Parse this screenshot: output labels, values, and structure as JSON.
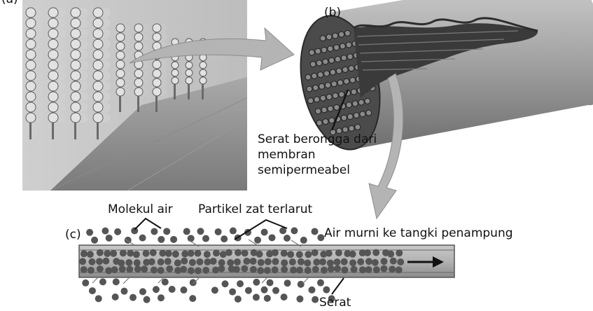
{
  "panels": {
    "a_label": "(a)",
    "b_label": "(b)",
    "c_label": "(c)"
  },
  "labels": {
    "hollow_fiber_line1": "Serat berongga dari",
    "hollow_fiber_line2": "membran",
    "hollow_fiber_line3": "semipermeabel",
    "water_molecule": "Molekul air",
    "solute_particle": "Partikel zat terlarut",
    "pure_water": "Air murni ke tangki penampung",
    "fiber": "Serat"
  },
  "colors": {
    "arrow_fill": "#b4b4b4",
    "dot": "#555555",
    "tube": "#9a9a9a",
    "cylinder": "#a8a8a8"
  }
}
